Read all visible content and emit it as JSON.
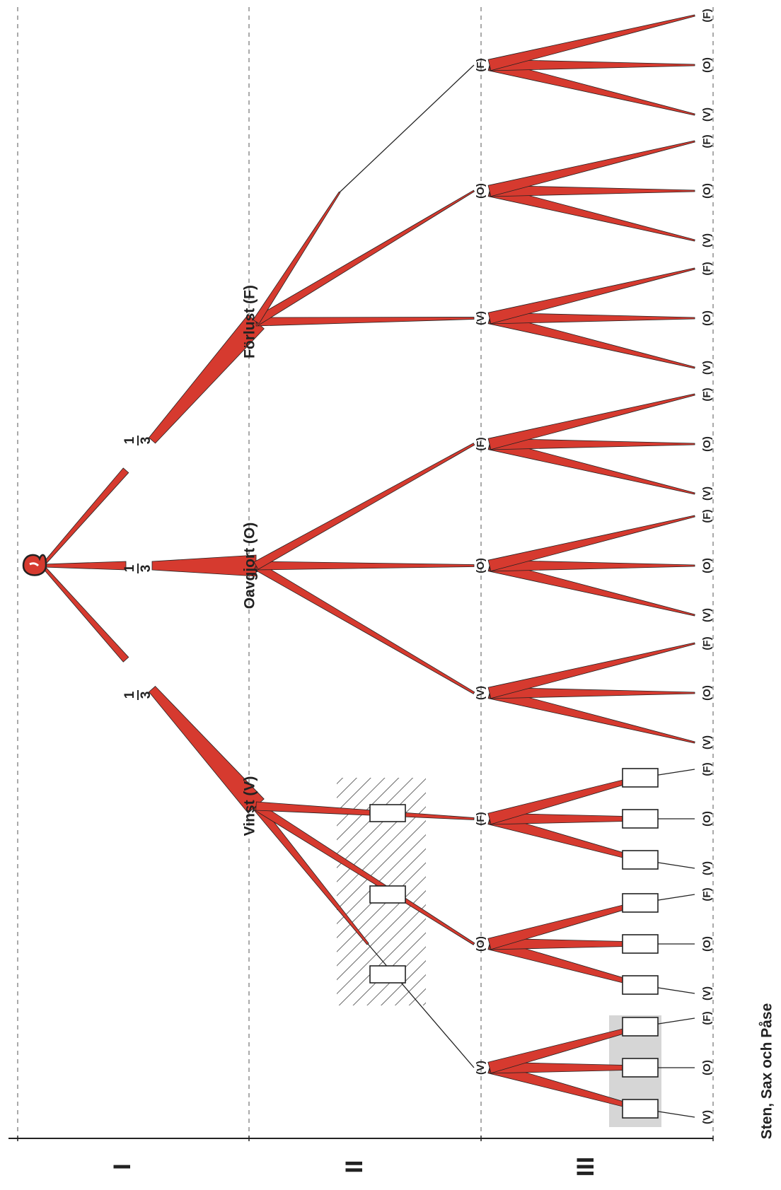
{
  "caption": "Sten, Sax och Påse",
  "roman_levels": [
    "I",
    "II",
    "III"
  ],
  "probability": {
    "numerator": "1",
    "denominator": "3"
  },
  "level1": [
    "Vinst (V)",
    "Oavgjort (O)",
    "Förlust (F)"
  ],
  "level2": [
    "(V)",
    "(O)",
    "(F)"
  ],
  "level3": [
    "(V)",
    "(O)",
    "(F)"
  ],
  "colors": {
    "branch": "#d63a2f",
    "outline": "#222222",
    "hatch_box": "#444444",
    "grey_box": "#d6d6d6"
  },
  "icons": {
    "root": "curved-root-icon"
  }
}
